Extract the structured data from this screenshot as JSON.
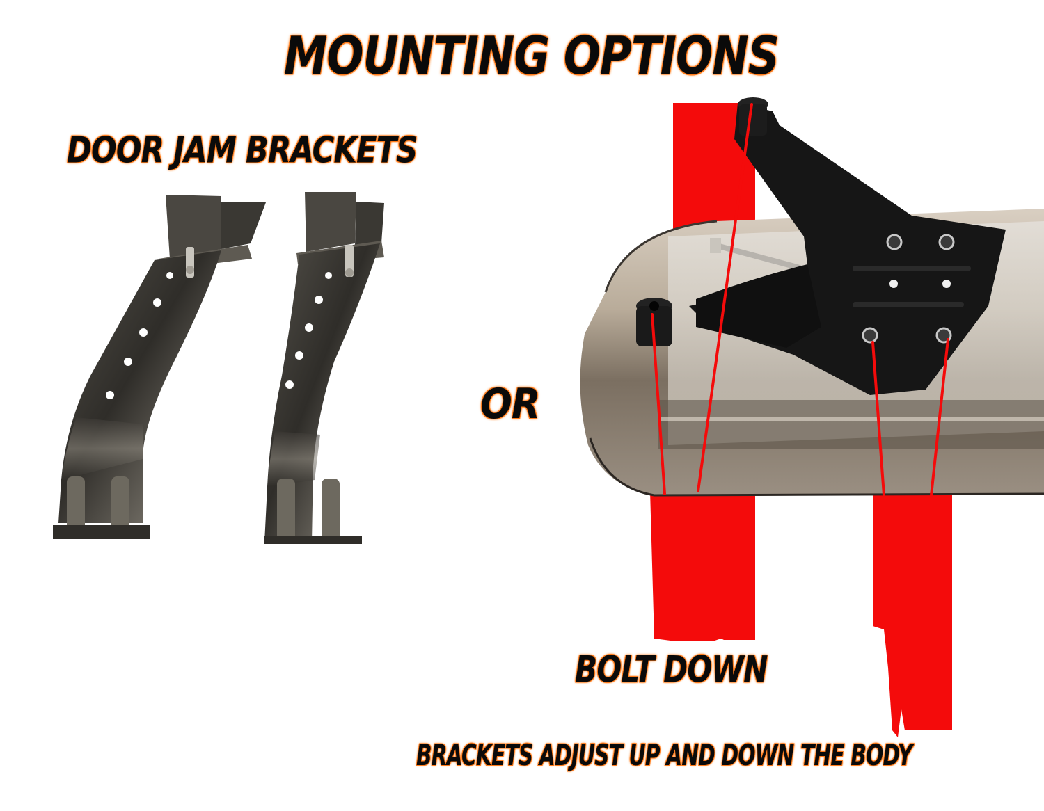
{
  "graphic": {
    "title": "MOUNTING OPTIONS",
    "left_option": {
      "label": "DOOR JAM BRACKETS",
      "photo": "door-jam-brackets-photo",
      "bracket_count": 2,
      "holes_per_bracket": 5
    },
    "separator": "OR",
    "right_option": {
      "label": "BOLT DOWN",
      "photo": "bolt-down-light-bar-photo",
      "note": "BRACKETS ADJUST UP AND DOWN THE BODY"
    }
  },
  "colors": {
    "text": "#0a0a0a",
    "text_glow": "#ff7a1a",
    "annotation_red": "#f40b0b",
    "bracket_metal": "#3d3a35",
    "mount_black": "#141414",
    "background": "#ffffff"
  }
}
